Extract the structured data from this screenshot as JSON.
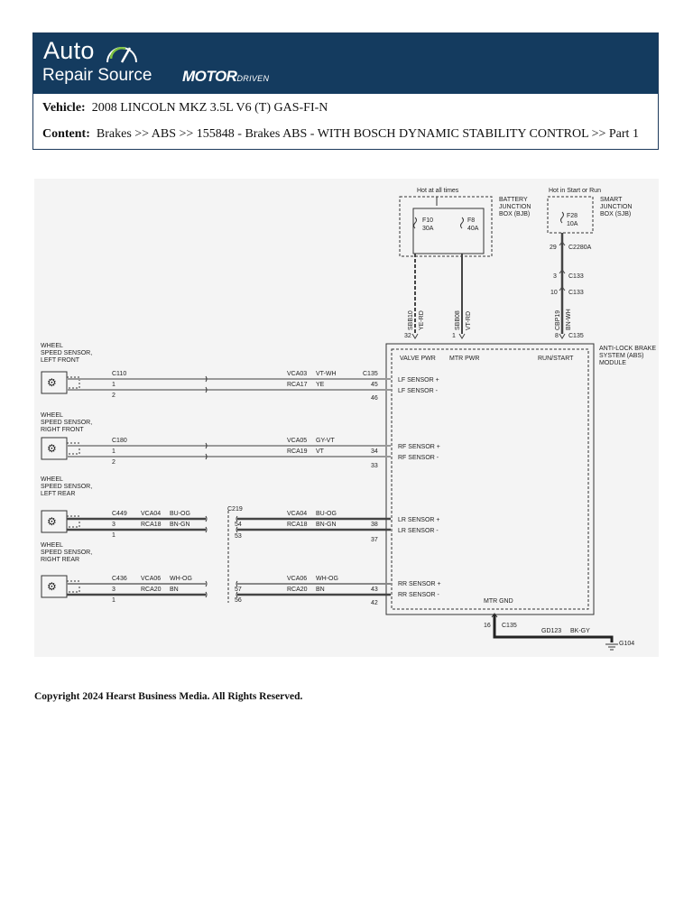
{
  "header": {
    "logo_top": "Auto",
    "logo_bottom": "Repair Source",
    "brand_main": "MOTOR",
    "brand_sub": "DRIVEN",
    "vehicle_label": "Vehicle:",
    "vehicle_value": "2008 LINCOLN MKZ 3.5L V6 (T) GAS-FI-N",
    "content_label": "Content:",
    "content_value": "Brakes >> ABS >> 155848 - Brakes ABS - WITH BOSCH DYNAMIC STABILITY CONTROL >> Part 1"
  },
  "diagram": {
    "bjb": {
      "title": "Hot at all times",
      "label": [
        "BATTERY",
        "JUNCTION",
        "BOX (BJB)"
      ],
      "fuse1": [
        "F10",
        "30A"
      ],
      "fuse2": [
        "F8",
        "40A"
      ]
    },
    "sjb": {
      "title": "Hot in Start or Run",
      "label": [
        "SMART",
        "JUNCTION",
        "BOX (SJB)"
      ],
      "fuse": [
        "F28",
        "10A"
      ]
    },
    "module": {
      "label": [
        "ANTI-LOCK BRAKE",
        "SYSTEM (ABS)",
        "MODULE"
      ],
      "valve_pwr": "VALVE PWR",
      "mtr_pwr": "MTR PWR",
      "run_start": "RUN/START",
      "mtr_gnd": "MTR GND"
    },
    "supply": {
      "wire1": [
        "SBB10",
        "YE-RD"
      ],
      "wire2": [
        "SBB08",
        "VT-RD"
      ],
      "wire3": [
        "CBP19",
        "BN-WH"
      ],
      "pin1": "32",
      "pin2": "1",
      "pin3": "8",
      "c135": "C135",
      "pin29": "29",
      "c2280a": "C2280A",
      "pin3b": "3",
      "c133a": "C133",
      "pin10": "10",
      "c133b": "C133"
    },
    "sensors": [
      {
        "label": [
          "WHEEL",
          "SPEED SENSOR,",
          "LEFT FRONT"
        ],
        "conn": "C110",
        "pin_a": "1",
        "pin_b": "2",
        "circ_a": "VCA03",
        "col_a": "VT-WH",
        "circ_b": "RCA17",
        "col_b": "YE",
        "mod_conn": "C135",
        "mod_pin_a": "45",
        "mod_pin_b": "46",
        "sig_a": "LF SENSOR +",
        "sig_b": "LF SENSOR -"
      },
      {
        "label": [
          "WHEEL",
          "SPEED SENSOR,",
          "RIGHT FRONT"
        ],
        "conn": "C180",
        "pin_a": "1",
        "pin_b": "2",
        "circ_a": "VCA05",
        "col_a": "GY-VT",
        "circ_b": "RCA19",
        "col_b": "VT",
        "mod_pin_a": "34",
        "mod_pin_b": "33",
        "sig_a": "RF SENSOR +",
        "sig_b": "RF SENSOR -"
      },
      {
        "label": [
          "WHEEL",
          "SPEED SENSOR,",
          "LEFT REAR"
        ],
        "conn": "C449",
        "pin_a": "3",
        "pin_b": "1",
        "circ_a1": "VCA04",
        "col_a1": "BU-OG",
        "circ_b1": "RCA18",
        "col_b1": "BN-GN",
        "mid_conn": "C219",
        "mid_pin_a": "54",
        "mid_pin_b": "53",
        "circ_a": "VCA04",
        "col_a": "BU-OG",
        "circ_b": "RCA18",
        "col_b": "BN-GN",
        "mod_pin_a": "38",
        "mod_pin_b": "37",
        "sig_a": "LR SENSOR +",
        "sig_b": "LR SENSOR -"
      },
      {
        "label": [
          "WHEEL",
          "SPEED SENSOR,",
          "RIGHT REAR"
        ],
        "conn": "C436",
        "pin_a": "3",
        "pin_b": "1",
        "circ_a1": "VCA06",
        "col_a1": "WH-OG",
        "circ_b1": "RCA20",
        "col_b1": "BN",
        "mid_pin_a": "57",
        "mid_pin_b": "56",
        "circ_a": "VCA06",
        "col_a": "WH-OG",
        "circ_b": "RCA20",
        "col_b": "BN",
        "mod_pin_a": "43",
        "mod_pin_b": "42",
        "sig_a": "RR SENSOR +",
        "sig_b": "RR SENSOR -"
      }
    ],
    "ground": {
      "pin": "16",
      "conn": "C135",
      "circuit": "GD123",
      "color": "BK-GY",
      "ground_id": "G104"
    }
  },
  "footer": {
    "copyright": "Copyright 2024 Hearst Business Media. All Rights Reserved."
  }
}
